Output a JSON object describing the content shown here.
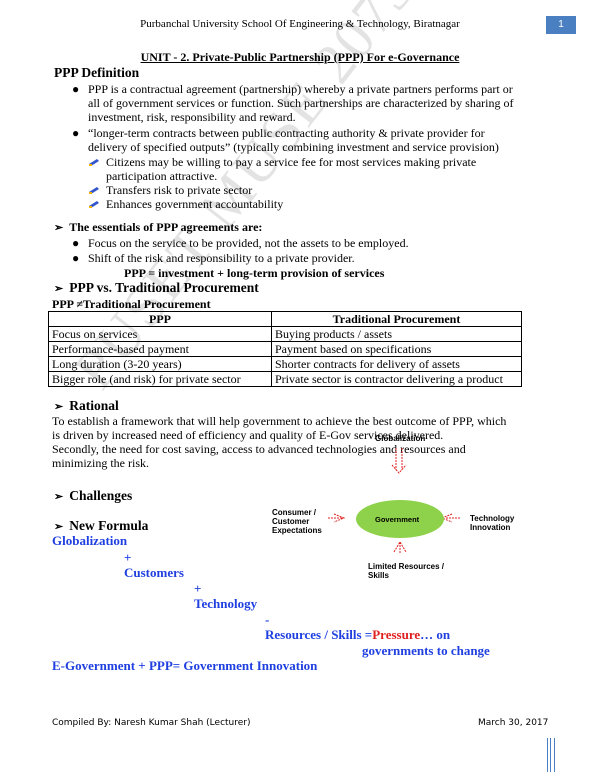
{
  "header": {
    "text": "Purbanchal University School Of Engineering  & Technology, Biratnagar",
    "page": "1"
  },
  "title": "UNIT - 2. Private-Public Partnership (PPP) For e-Governance",
  "ppp_def": {
    "heading": "PPP Definition",
    "b1": [
      "PPP is a contractual agreement (partnership) whereby a private partners performs part or",
      "all of government services or function. Such partnerships are characterized by sharing of",
      "investment, risk, responsibility and reward."
    ],
    "b2": [
      "“longer-term contracts between public contracting authority & private provider for",
      "delivery of specified outputs” (typically combining investment and service provision)"
    ],
    "sub": [
      "Citizens may be willing to pay a service fee for most services making private",
      "participation attractive.",
      "Transfers risk to private sector",
      "Enhances government accountability"
    ]
  },
  "essentials": {
    "heading": "The essentials of PPP agreements are:",
    "b1": "Focus on the service to be provided, not the assets to be employed.",
    "b2": "Shift of the risk and responsibility to a private provider.",
    "formula": "PPP = investment + long-term provision of services"
  },
  "vs": {
    "heading": "PPP vs. Traditional Procurement",
    "sub": "PPP ≠Traditional Procurement",
    "columns": [
      "PPP",
      "Traditional Procurement"
    ],
    "rows": [
      [
        "Focus on services",
        "Buying products / assets"
      ],
      [
        "Performance-based payment",
        "Payment based on specifications"
      ],
      [
        "Long duration (3-20 years)",
        "Shorter contracts for delivery of assets"
      ],
      [
        "Bigger role (and risk) for private sector",
        "Private sector is contractor delivering a product"
      ]
    ]
  },
  "rational": {
    "heading": "Rational",
    "lines": [
      "To establish a framework that will help government to achieve the best outcome of PPP, which",
      "is driven by increased need of efficiency and quality of E-Gov services delivered.",
      "Secondly, the need for cost saving, access to advanced technologies and resources and",
      "minimizing the risk."
    ]
  },
  "challenges": {
    "heading": "Challenges"
  },
  "diagram": {
    "center": "Government",
    "top": "Globalization",
    "left": [
      "Consumer /",
      "Customer",
      "Expectations"
    ],
    "right": [
      "Technology",
      "Innovation"
    ],
    "bottom": [
      "Limited Resources /",
      "Skills"
    ]
  },
  "formula": {
    "heading": "New Formula",
    "globalization": "Globalization",
    "plus": "+",
    "customers": "Customers",
    "technology": "Technology",
    "minus": "-",
    "resources": "Resources / Skills =",
    "pressure": "Pressure",
    "on": "… on",
    "line2": "governments to change",
    "final": "E-Government + PPP= Government Innovation"
  },
  "footer": {
    "left": "Compiled By: Naresh Kumar Shah (Lecturer)",
    "right": "March 30, 2017"
  },
  "watermark": "PUSET MUSE 2073",
  "colors": {
    "blue": "#1f3fe0",
    "red": "#e02020",
    "ellipse": "#8ed14a",
    "page_badge": "#4a7fc1"
  }
}
